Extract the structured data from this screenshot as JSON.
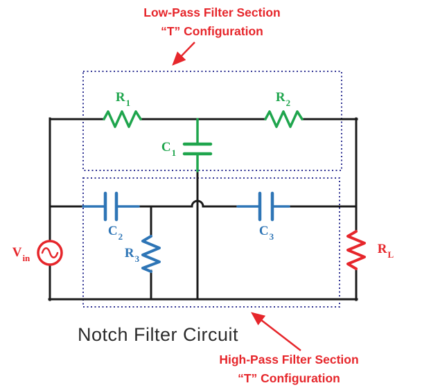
{
  "colors": {
    "bg": "#ffffff",
    "wire": "#1a1a1a",
    "green": "#1fa54d",
    "blue": "#2e75b6",
    "red": "#e6262b",
    "navy": "#2e3192",
    "caption": "#2b2b2b"
  },
  "titles": {
    "low_pass_line1": "Low-Pass Filter Section",
    "low_pass_line2": "“T” Configuration",
    "high_pass_line1": "High-Pass Filter Section",
    "high_pass_line2": "“T” Configuration",
    "caption": "Notch Filter Circuit"
  },
  "components": {
    "r1": {
      "base": "R",
      "sub": "1",
      "type": "resistor"
    },
    "r2": {
      "base": "R",
      "sub": "2",
      "type": "resistor"
    },
    "c1": {
      "base": "C",
      "sub": "1",
      "type": "capacitor"
    },
    "c2": {
      "base": "C",
      "sub": "2",
      "type": "capacitor"
    },
    "c3": {
      "base": "C",
      "sub": "3",
      "type": "capacitor"
    },
    "r3": {
      "base": "R",
      "sub": "3",
      "type": "resistor"
    },
    "rl": {
      "base": "R",
      "sub": "L",
      "type": "load-resistor"
    },
    "vin": {
      "base": "V",
      "sub": "in",
      "type": "ac-source"
    }
  }
}
